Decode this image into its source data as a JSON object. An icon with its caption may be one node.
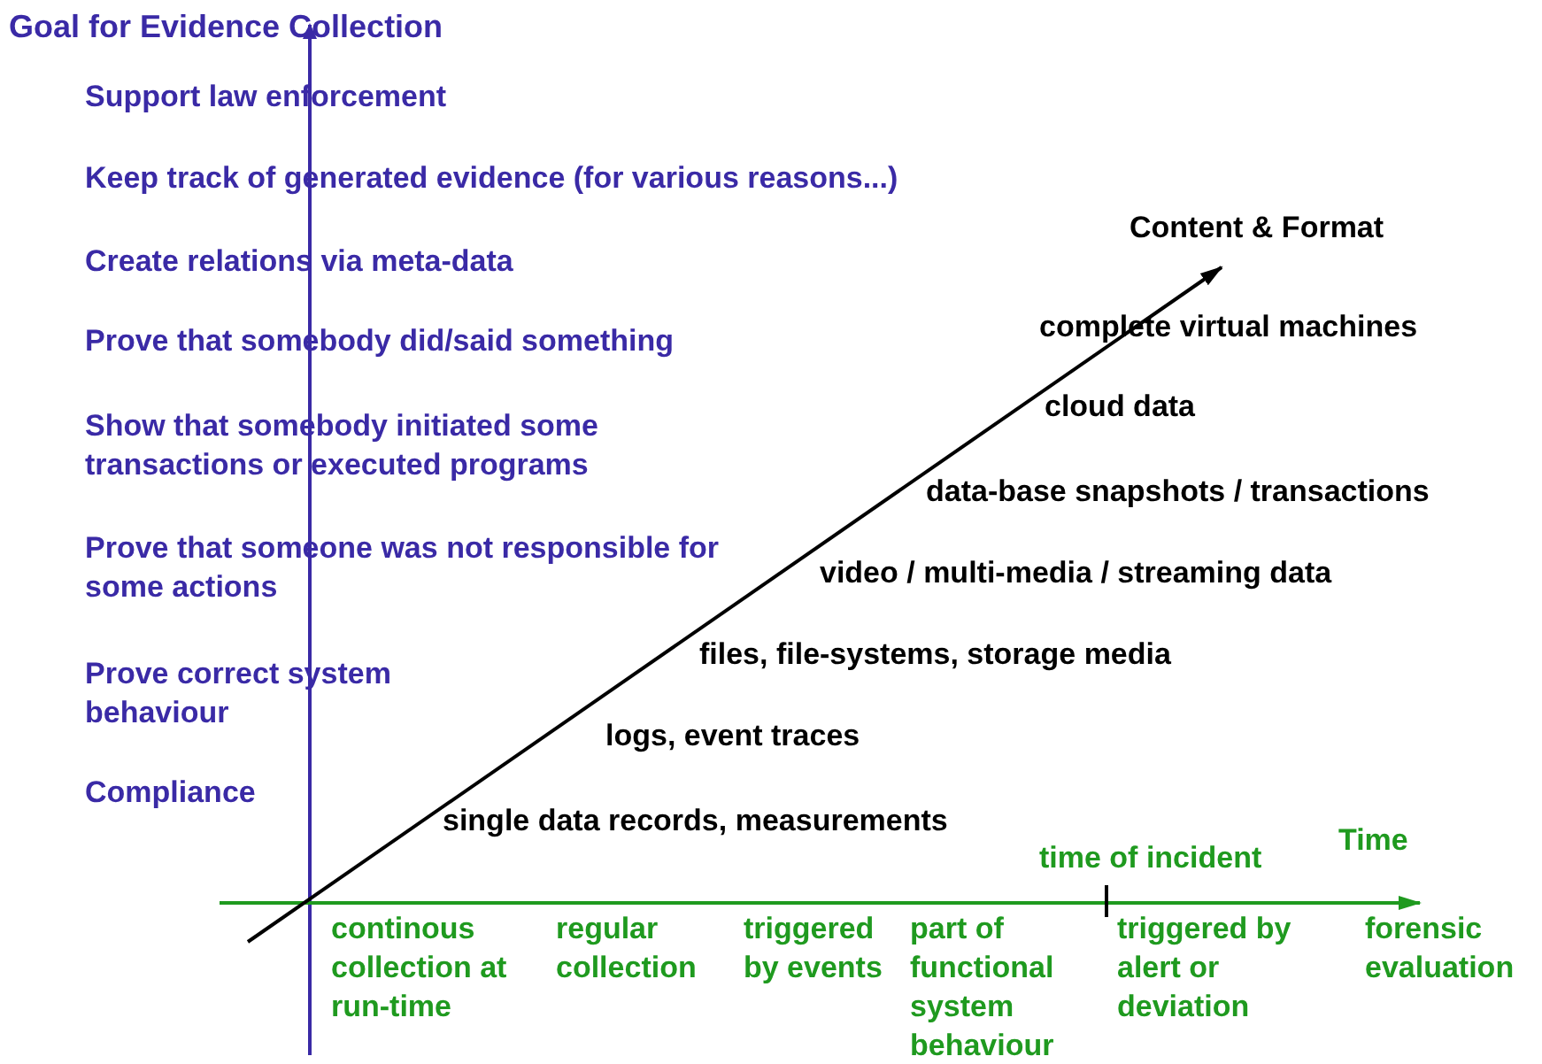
{
  "diagram": {
    "labels": [
      "Goal for Evidence Collection",
      "Support law enforcement",
      "Keep track of generated evidence (for various reasons...)",
      "Content & Format",
      "Create relations via meta-data",
      "complete virtual machines",
      "Prove that somebody did/said something",
      "cloud data",
      "Show that somebody initiated some transactions or executed programs",
      "data-base snapshots / transactions",
      "Prove that someone was not responsible for some actions",
      "video / multi-media / streaming data",
      "Prove correct system behaviour",
      "files, file-systems, storage media",
      "logs, event traces",
      "Compliance",
      "single data records, measurements",
      "Time",
      "time of incident",
      "continous collection at run-time",
      "regular collection",
      "triggered by events",
      "part of functional system behaviour",
      "triggered by alert or deviation",
      "forensic evaluation"
    ]
  }
}
